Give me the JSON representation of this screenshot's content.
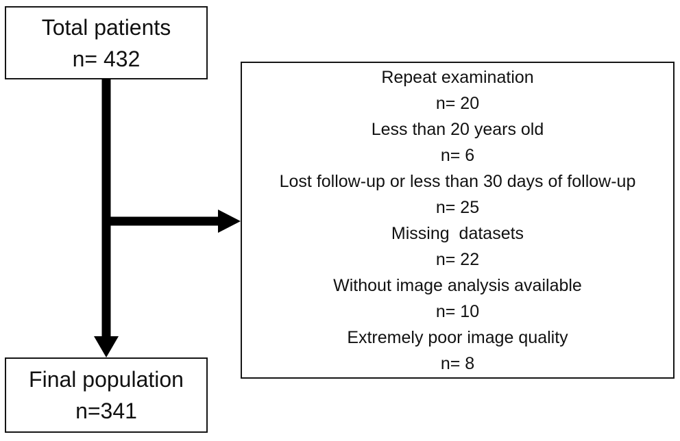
{
  "colors": {
    "background": "#ffffff",
    "border": "#151515",
    "text": "#111111",
    "arrow": "#000000"
  },
  "boxes": {
    "total": {
      "label": "Total patients",
      "count": "n= 432"
    },
    "final": {
      "label": "Final population",
      "count": "n=341"
    },
    "exclusions": {
      "items": [
        {
          "label": "Repeat examination",
          "count": "n= 20"
        },
        {
          "label": "Less than 20 years old",
          "count": "n= 6"
        },
        {
          "label": "Lost follow-up or less than 30 days of follow-up",
          "count": "n= 25"
        },
        {
          "label": "Missing  datasets",
          "count": "n= 22"
        },
        {
          "label": "Without image analysis available",
          "count": "n= 10"
        },
        {
          "label": "Extremely poor image quality",
          "count": "n= 8"
        }
      ]
    }
  }
}
